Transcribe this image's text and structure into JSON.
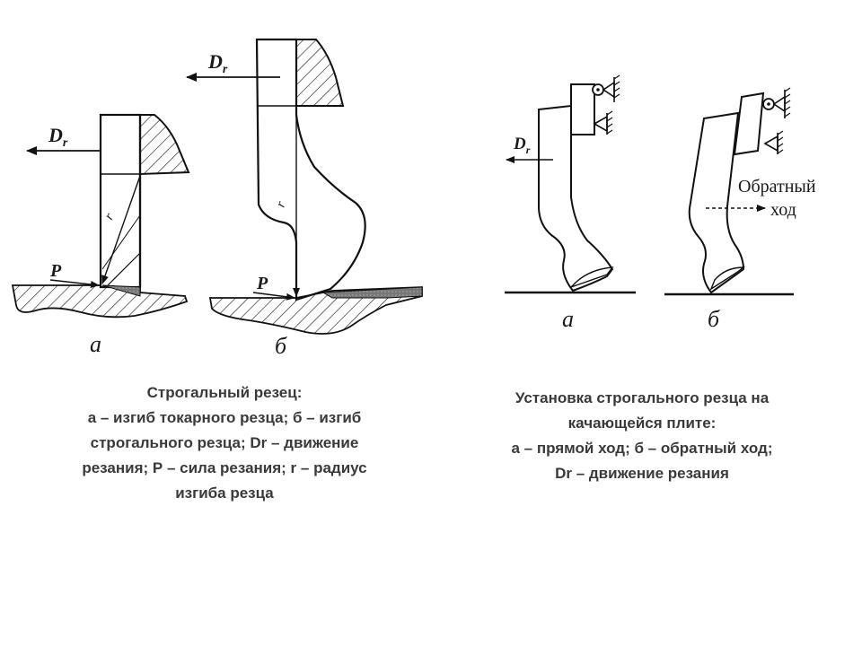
{
  "figure_left": {
    "label_a": "а",
    "label_b": "б",
    "force_label": "P",
    "motion_label_main": "D",
    "motion_label_sub": "r",
    "radius_label": "r"
  },
  "figure_right": {
    "label_a": "а",
    "label_b": "б",
    "motion_label_main": "D",
    "motion_label_sub": "r",
    "return_line1": "Обратный",
    "return_line2": "ход"
  },
  "caption_left": {
    "lines": [
      "Строгальный резец:",
      "а – изгиб токарного резца; б – изгиб",
      "строгального резца; Dr – движение",
      "резания; Р – сила резания; r – радиус",
      "изгиба резца"
    ]
  },
  "caption_right": {
    "lines": [
      "Установка строгального резца на",
      "качающейся плите:",
      "а – прямой ход; б – обратный ход;",
      "Dr – движение резания"
    ]
  }
}
